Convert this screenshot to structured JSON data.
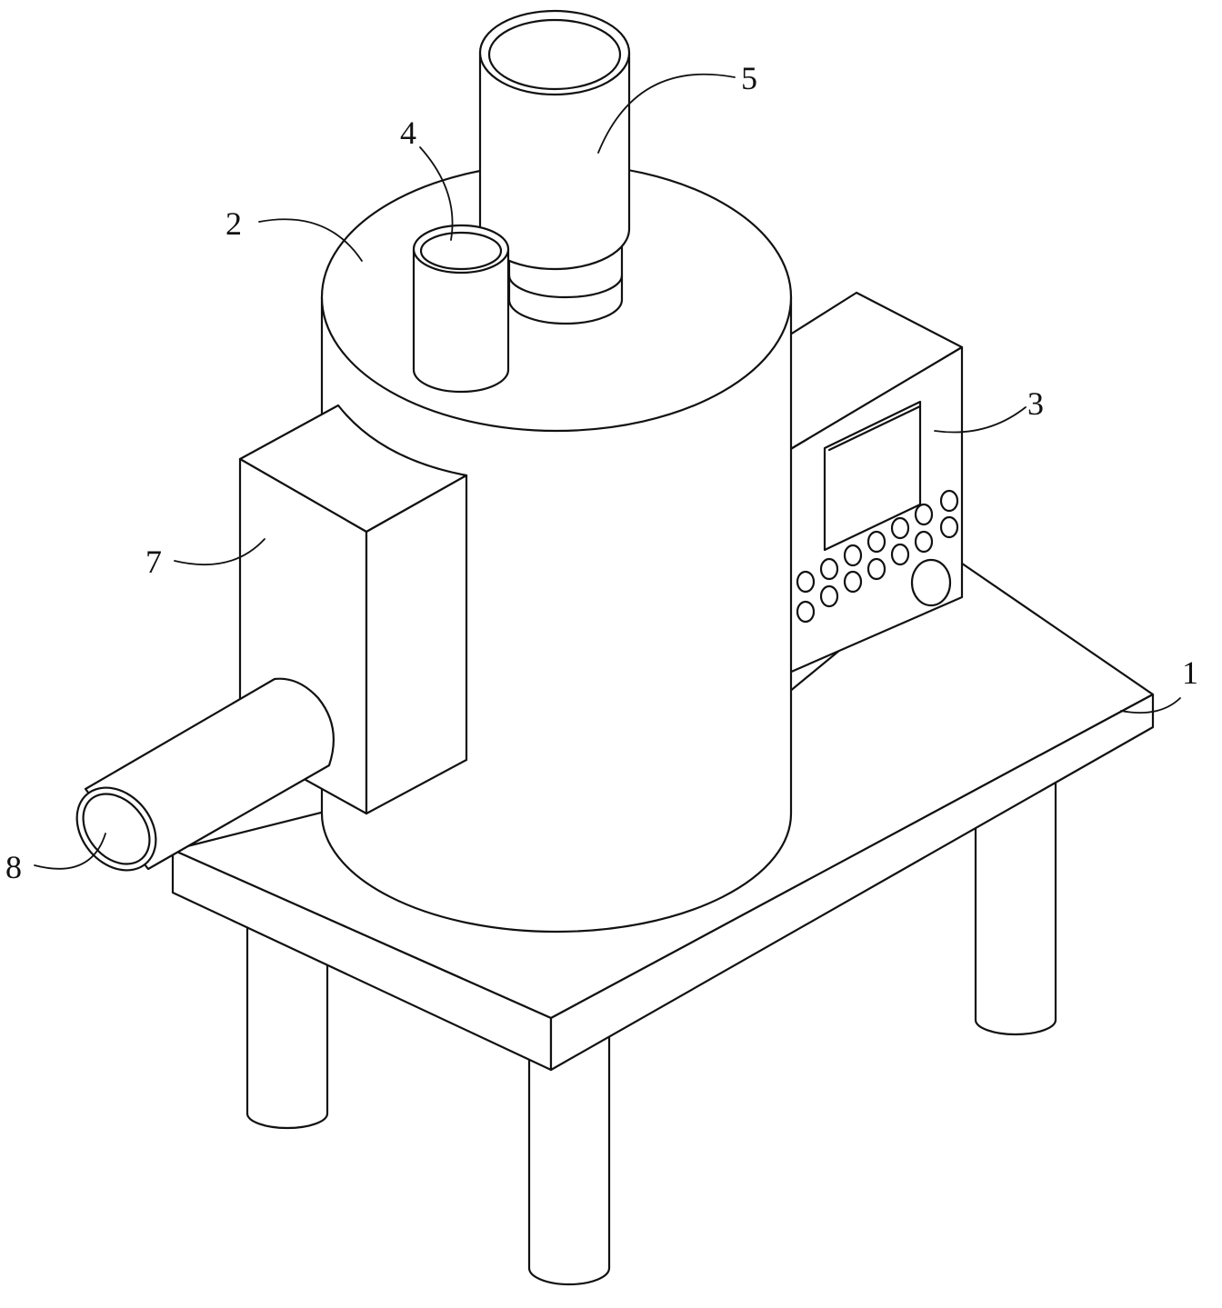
{
  "labels": {
    "base": "1",
    "tank": "2",
    "control_box": "3",
    "small_inlet": "4",
    "top_cylinder": "5",
    "side_housing": "7",
    "outlet_pipe": "8"
  }
}
